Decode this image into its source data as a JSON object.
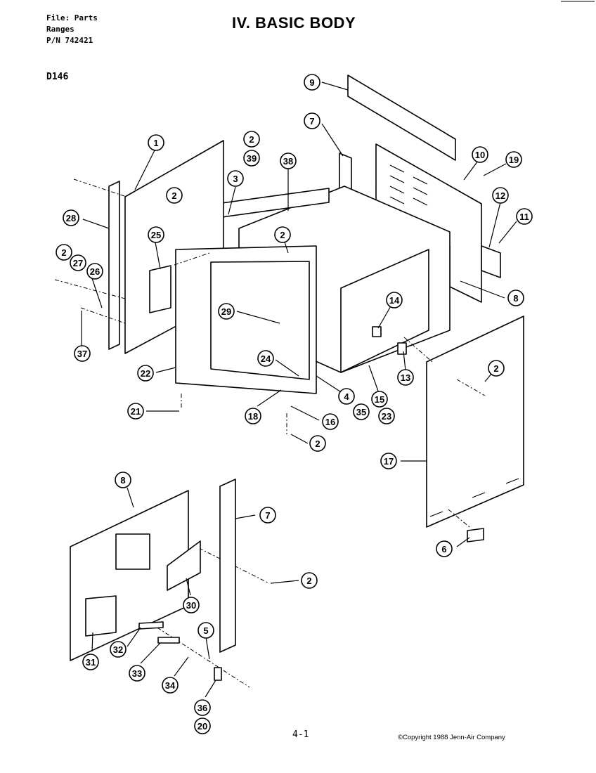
{
  "header": {
    "file_line": "File: Parts",
    "category_line": "Ranges",
    "pn_line": "P/N 742421"
  },
  "title": "IV. BASIC BODY",
  "model": "D146",
  "footer": {
    "page_number": "4-1",
    "copyright": "©Copyright 1988 Jenn-Air Company"
  },
  "callouts": [
    "9",
    "7",
    "2",
    "39",
    "38",
    "1",
    "10",
    "19",
    "3",
    "2",
    "12",
    "11",
    "28",
    "25",
    "2",
    "8",
    "2",
    "27",
    "26",
    "29",
    "14",
    "37",
    "13",
    "22",
    "24",
    "2",
    "4",
    "35",
    "15",
    "23",
    "21",
    "18",
    "16",
    "2",
    "17",
    "8",
    "7",
    "6",
    "2",
    "30",
    "5",
    "32",
    "31",
    "33",
    "34",
    "36",
    "20"
  ]
}
